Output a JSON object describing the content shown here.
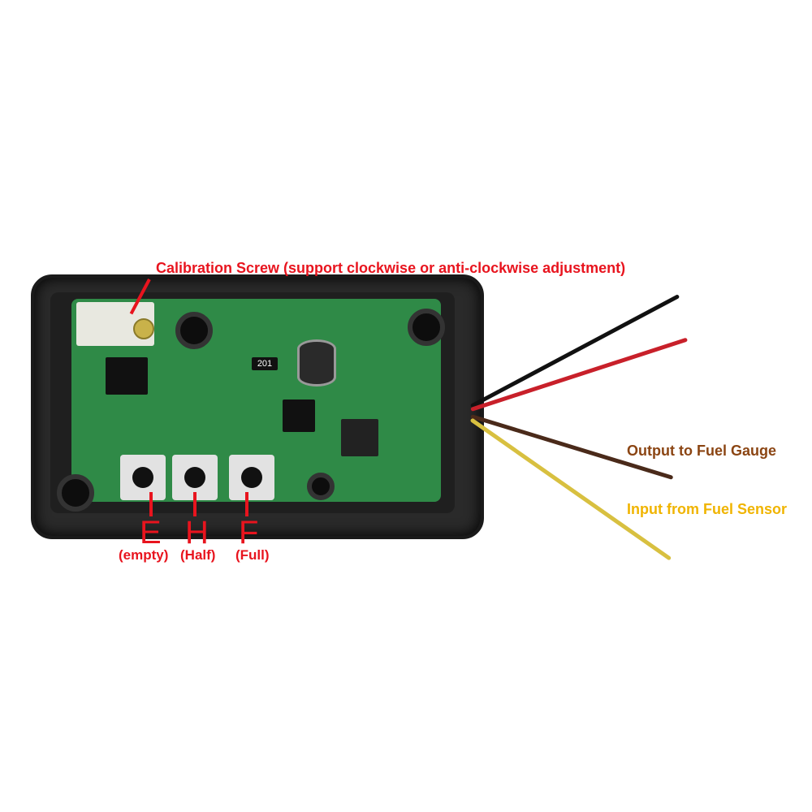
{
  "annotations": {
    "calibration": "Calibration Screw (support clockwise or anti-clockwise adjustment)",
    "buttons": [
      {
        "letter": "E",
        "caption": "(empty)"
      },
      {
        "letter": "H",
        "caption": "(Half)"
      },
      {
        "letter": "F",
        "caption": "(Full)"
      }
    ],
    "output": "Output to Fuel Gauge",
    "input": "Input from Fuel Sensor",
    "pcb_marking": "201"
  },
  "colors": {
    "annotation_red": "#e8141e",
    "output_brown": "#8b4513",
    "input_yellow": "#f0b400",
    "pcb_green": "#2f8a47"
  }
}
